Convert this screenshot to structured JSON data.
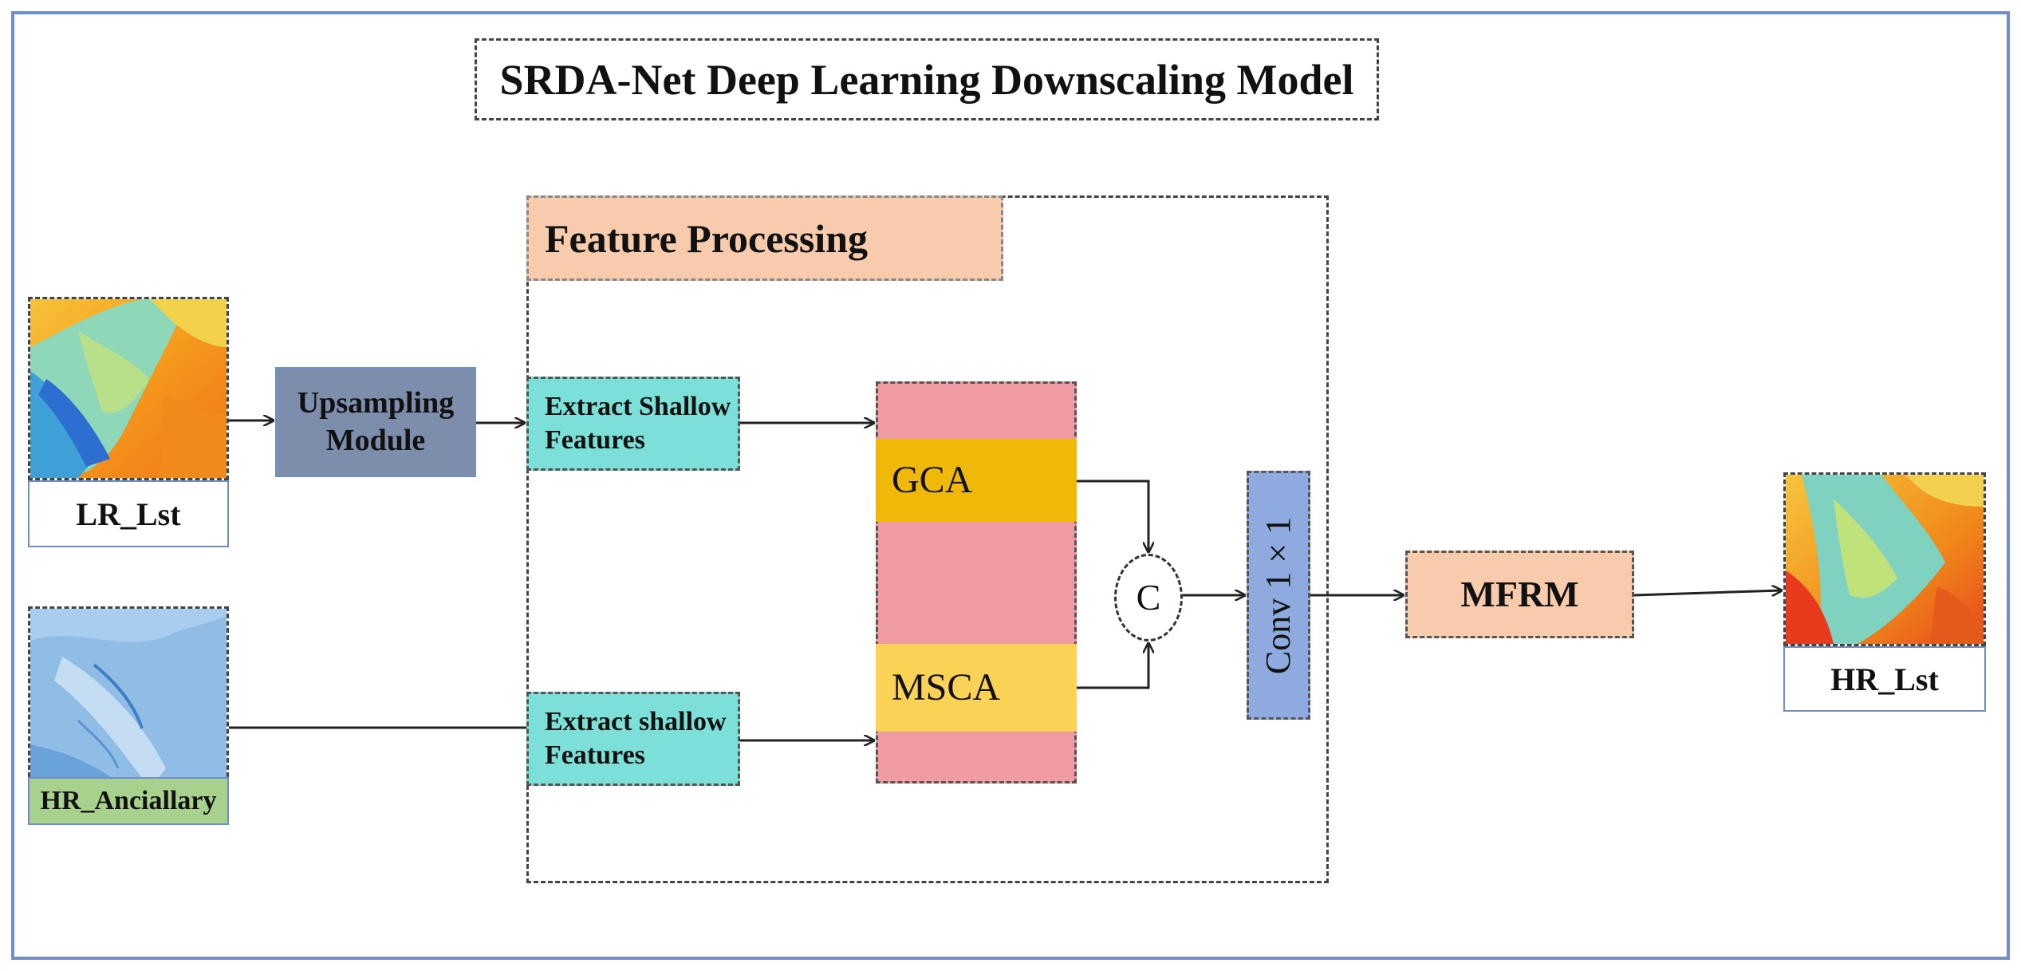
{
  "title": "SRDA-Net Deep Learning Downscaling Model",
  "feature_processing": {
    "label": "Feature Processing"
  },
  "inputs": {
    "lr": {
      "label": "LR_Lst"
    },
    "hr_ancillary": {
      "label": "HR_Anciallary"
    }
  },
  "nodes": {
    "upsampling": "Upsampling Module",
    "shallow_top": "Extract Shallow Features",
    "shallow_bottom": "Extract  shallow Features",
    "gca": "GCA",
    "msca": "MSCA",
    "concat": "C",
    "conv": "Conv 1 × 1",
    "mfrm": "MFRM"
  },
  "output": {
    "label": "HR_Lst"
  },
  "colors": {
    "frame": "#6f8fc6",
    "upsampling": "#7d8eac",
    "shallow": "#7de0d8",
    "attention_stack": "#f09aa2",
    "gca": "#f0b90a",
    "msca": "#fad256",
    "conv": "#8faadf",
    "mfrm": "#f7cbac",
    "hr_ancillary_label": "#a9d18e"
  }
}
